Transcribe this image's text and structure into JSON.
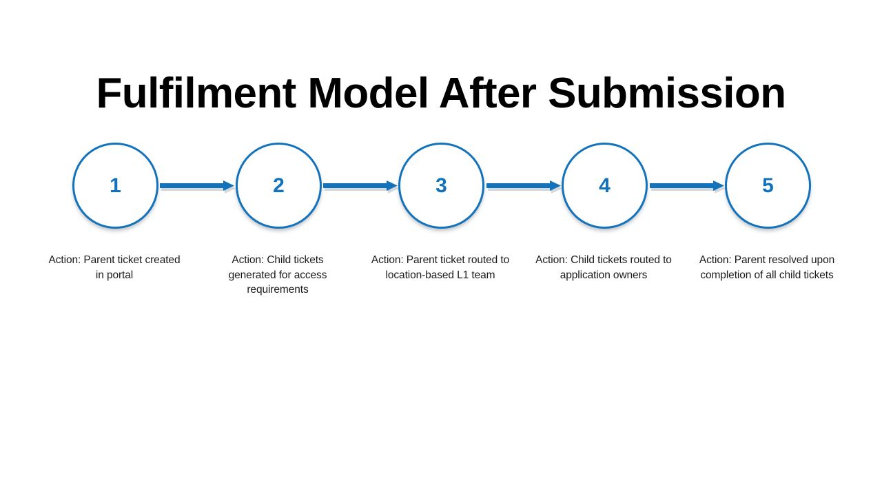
{
  "slide": {
    "title": "Fulfilment Model After Submission",
    "background_color": "#ffffff",
    "accent_color": "#1272bc",
    "title_color": "#000000",
    "caption_color": "#1a1a1a"
  },
  "flow": {
    "type": "linear-process",
    "connector": "arrow-right",
    "steps": [
      {
        "number": "1",
        "caption": "Action: Parent ticket created in portal"
      },
      {
        "number": "2",
        "caption": "Action: Child tickets generated for access requirements"
      },
      {
        "number": "3",
        "caption": "Action: Parent ticket routed to location-based L1 team"
      },
      {
        "number": "4",
        "caption": "Action: Child tickets routed to application owners"
      },
      {
        "number": "5",
        "caption": "Action: Parent resolved upon completion of all child tickets"
      }
    ]
  }
}
